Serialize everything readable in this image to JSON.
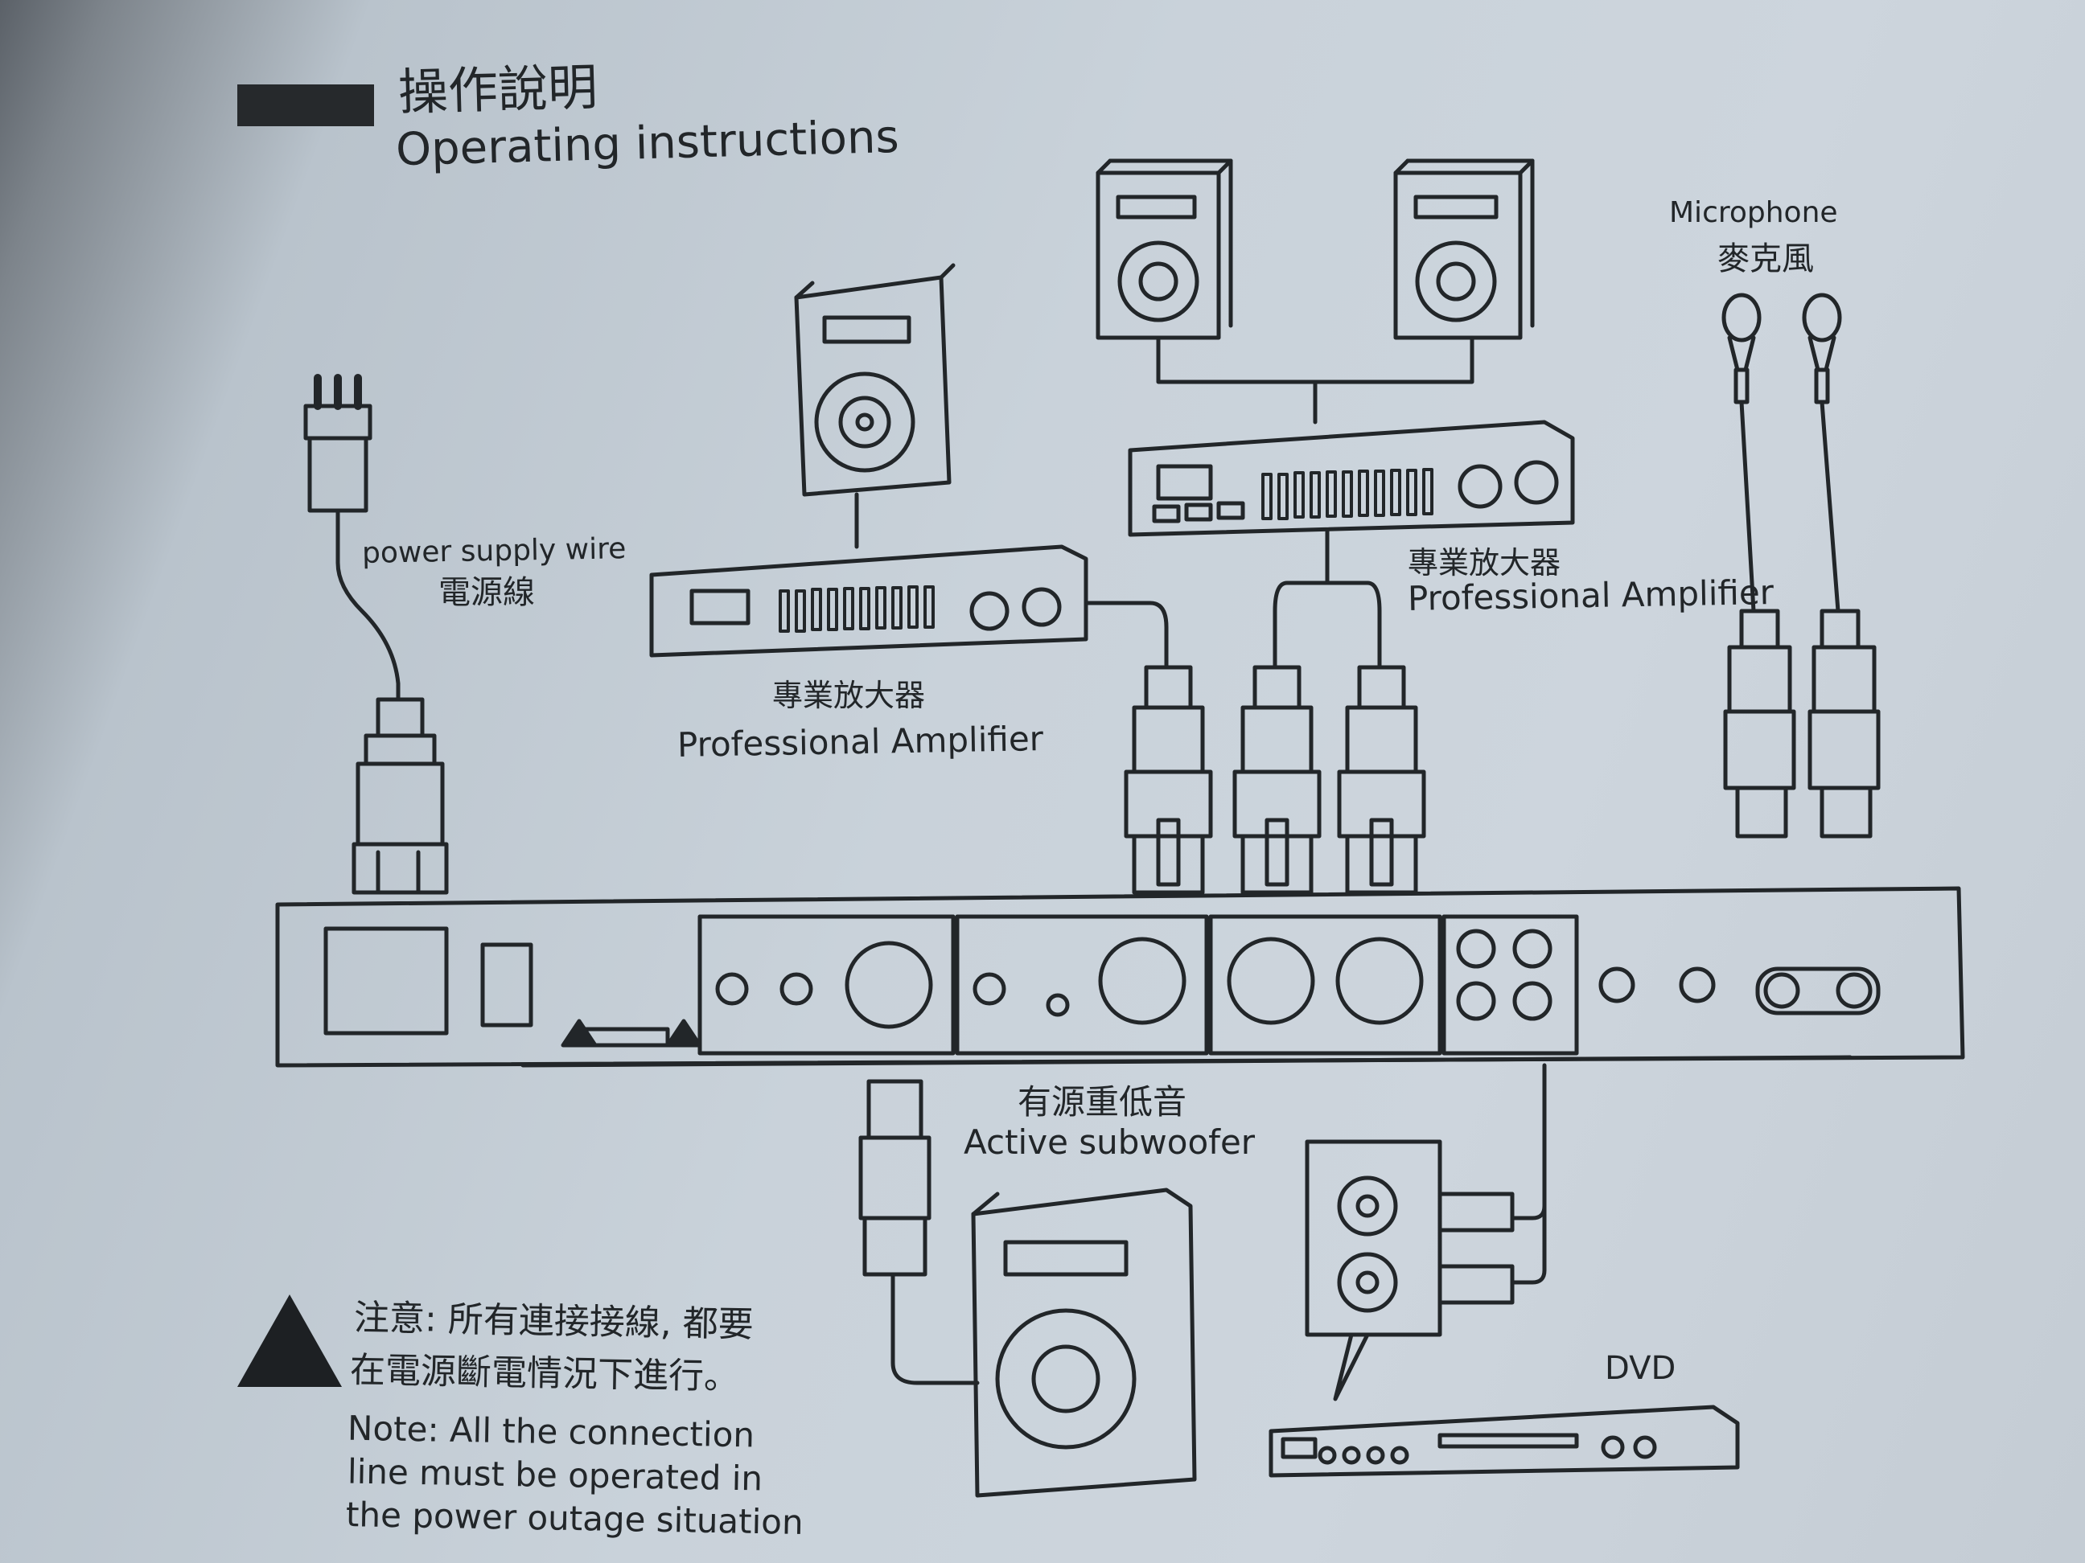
{
  "header": {
    "title_zh": "操作說明",
    "title_en": "Operating instructions"
  },
  "labels": {
    "power_supply_en": "power supply wire",
    "power_supply_zh": "電源線",
    "amp_left_zh": "專業放大器",
    "amp_left_en": "Professional Amplifier",
    "amp_right_zh": "專業放大器",
    "amp_right_en": "Professional Amplifier",
    "microphone_en": "Microphone",
    "microphone_zh": "麥克風",
    "subwoofer_zh": "有源重低音",
    "subwoofer_en": "Active subwoofer",
    "dvd": "DVD"
  },
  "note": {
    "zh_line1": "注意: 所有連接接線, 都要",
    "zh_line2": "在電源斷電情況下進行。",
    "en_line1": "Note: All the connection",
    "en_line2": "line must be operated in",
    "en_line3": "the power outage situation"
  },
  "colors": {
    "paper": "#c9d2da",
    "ink": "#222629",
    "header_bar": "#26292c"
  }
}
